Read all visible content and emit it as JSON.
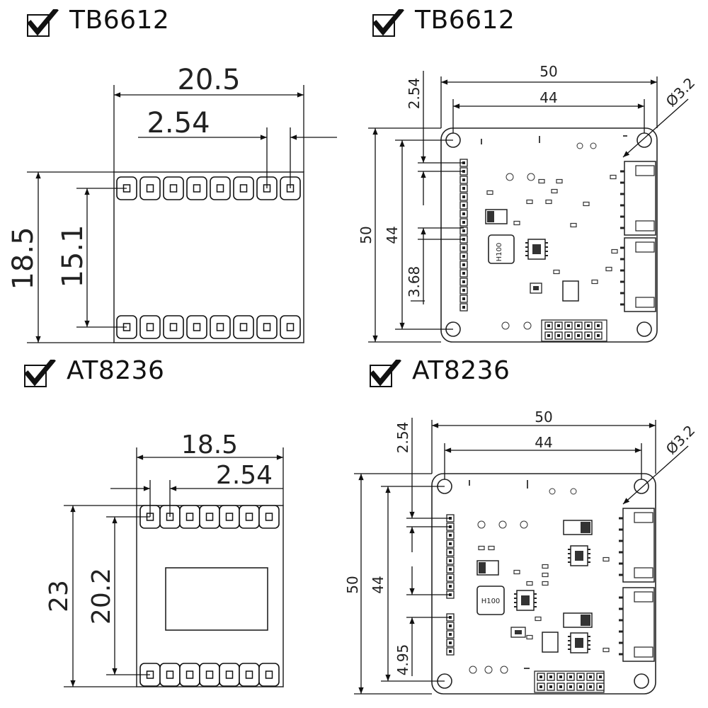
{
  "headers": {
    "top_left": "TB6612",
    "top_right": "TB6612",
    "bottom_left": "AT8236",
    "bottom_right": "AT8236"
  },
  "tb_module": {
    "width": "20.5",
    "pitch": "2.54",
    "height": "18.5",
    "row_spacing": "15.1"
  },
  "tb_board": {
    "width": "50",
    "hole_spacing": "44",
    "height": "50",
    "hole_spacing_v": "44",
    "pitch": "2.54",
    "offset": "3.68",
    "hole_dia": "Ø3.2",
    "chip_label": "H100"
  },
  "at_module": {
    "width": "18.5",
    "pitch": "2.54",
    "height": "23",
    "row_spacing": "20.2"
  },
  "at_board": {
    "width": "50",
    "hole_spacing": "44",
    "height": "50",
    "hole_spacing_v": "44",
    "pitch": "2.54",
    "offset": "4.95",
    "hole_dia": "Ø3.2",
    "chip_label": "H100"
  },
  "icons": [
    "checkbox-checked-icon"
  ]
}
